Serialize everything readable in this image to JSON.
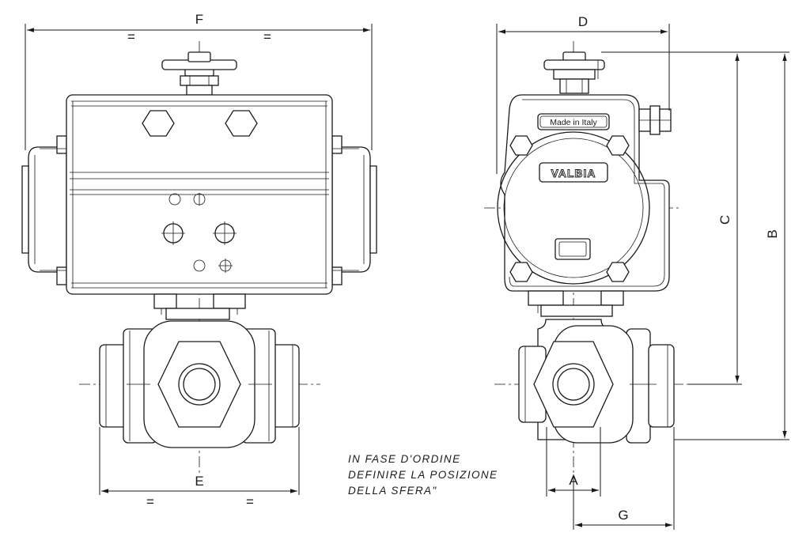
{
  "dimensions": {
    "F": "F",
    "D": "D",
    "E": "E",
    "C": "C",
    "B": "B",
    "A": "A",
    "G": "G",
    "equal": "="
  },
  "plates": {
    "made_in": "Made in Italy",
    "brand": "VALBIA"
  },
  "note": {
    "line1": "IN FASE D'ORDINE",
    "line2": "DEFINIRE LA POSIZIONE",
    "line3": "DELLA SFERA\""
  }
}
